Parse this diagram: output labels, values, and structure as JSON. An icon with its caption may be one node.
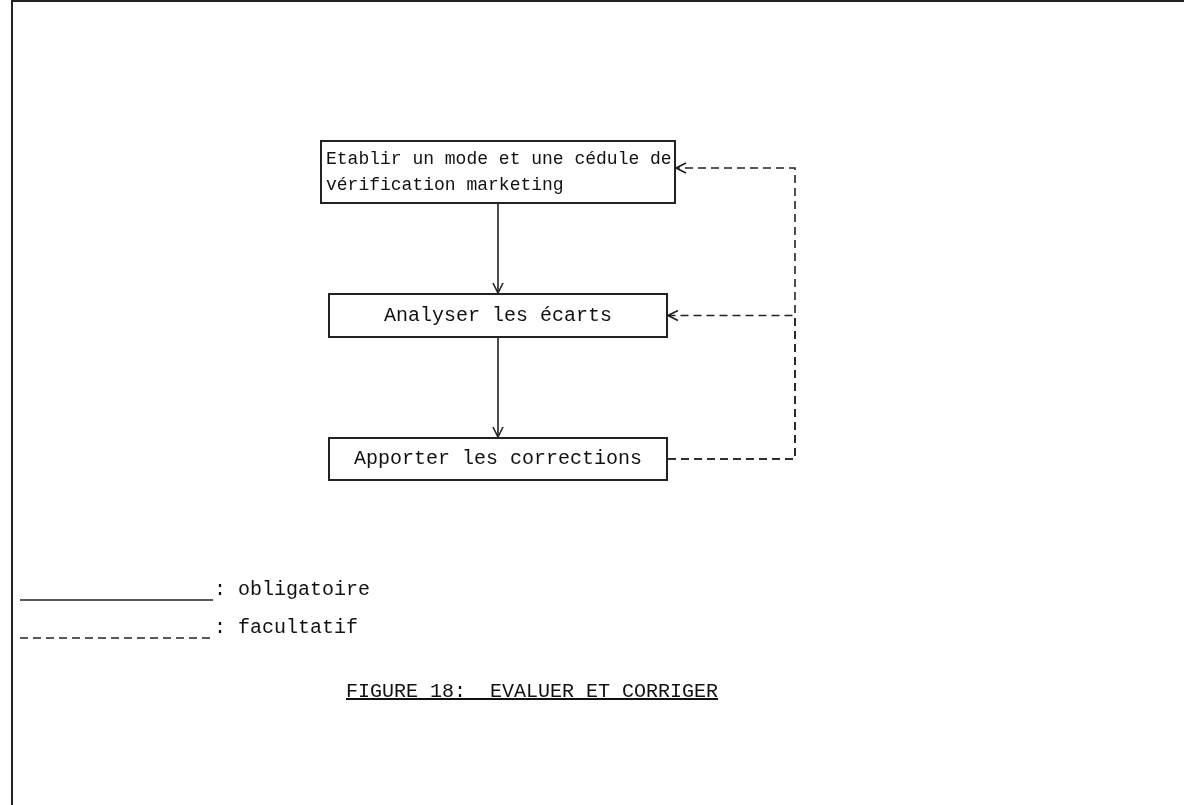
{
  "diagram": {
    "caption": "FIGURE 18:  EVALUER ET CORRIGER",
    "nodes": [
      {
        "text": [
          "Etablir un mode et une cédule de vérification marketing"
        ]
      },
      {
        "text": [
          "Analyser les écarts"
        ]
      },
      {
        "text": [
          "Apporter les corrections"
        ]
      }
    ],
    "edges": [
      {
        "from": 0,
        "to": 1,
        "arrow": "to"
      },
      {
        "from": 1,
        "to": 2,
        "arrow": "to"
      },
      {
        "from": 2,
        "to": 0,
        "arrow": "to",
        "style": "dashed"
      },
      {
        "from": 2,
        "to": 1,
        "arrow": "to",
        "style": "dashed"
      }
    ],
    "legend": [
      {
        "text": ": obligatoire"
      },
      {
        "text": ": facultatif"
      }
    ]
  }
}
